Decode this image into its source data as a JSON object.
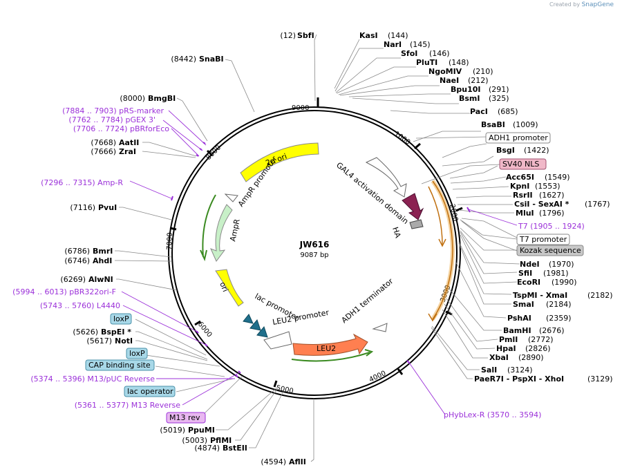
{
  "watermark": {
    "prefix": "Created by",
    "brand": "SnapGene"
  },
  "plasmid": {
    "name": "JW616",
    "size": "9087 bp"
  },
  "ticks": [
    "1000",
    "2000",
    "3000",
    "4000",
    "5000",
    "6000",
    "7000",
    "8000",
    "9000"
  ],
  "enzymes_right": [
    {
      "name": "KasI",
      "pos": "(144)"
    },
    {
      "name": "NarI",
      "pos": "(145)"
    },
    {
      "name": "SfoI",
      "pos": "(146)"
    },
    {
      "name": "PluTI",
      "pos": "(148)"
    },
    {
      "name": "NgoMIV",
      "pos": "(210)"
    },
    {
      "name": "NaeI",
      "pos": "(212)"
    },
    {
      "name": "Bpu10I",
      "pos": "(291)"
    },
    {
      "name": "BsmI",
      "pos": "(325)"
    },
    {
      "name": "PacI",
      "pos": "(685)"
    },
    {
      "name": "BsaBI",
      "pos": "(1009)"
    },
    {
      "name": "BsgI",
      "pos": "(1422)"
    },
    {
      "name": "Acc65I",
      "pos": "(1549)"
    },
    {
      "name": "KpnI",
      "pos": "(1553)"
    },
    {
      "name": "RsrII",
      "pos": "(1627)"
    },
    {
      "name": "CsiI - SexAI *",
      "pos": "(1767)"
    },
    {
      "name": "MluI",
      "pos": "(1796)"
    },
    {
      "name": "NdeI",
      "pos": "(1970)"
    },
    {
      "name": "SfiI",
      "pos": "(1981)"
    },
    {
      "name": "EcoRI",
      "pos": "(1990)"
    },
    {
      "name": "TspMI - XmaI",
      "pos": "(2182)"
    },
    {
      "name": "SmaI",
      "pos": "(2184)"
    },
    {
      "name": "PshAI",
      "pos": "(2359)"
    },
    {
      "name": "BamHI",
      "pos": "(2676)"
    },
    {
      "name": "PmlI",
      "pos": "(2772)"
    },
    {
      "name": "HpaI",
      "pos": "(2826)"
    },
    {
      "name": "XbaI",
      "pos": "(2890)"
    },
    {
      "name": "SalI",
      "pos": "(3124)"
    },
    {
      "name": "PaeR7I - PspXI - XhoI",
      "pos": "(3129)"
    }
  ],
  "enzymes_left": [
    {
      "name": "SbfI",
      "pos": "(12)"
    },
    {
      "name": "SnaBI",
      "pos": "(8442)"
    },
    {
      "name": "BmgBI",
      "pos": "(8000)"
    },
    {
      "name": "AatII",
      "pos": "(7668)"
    },
    {
      "name": "ZraI",
      "pos": "(7666)"
    },
    {
      "name": "PvuI",
      "pos": "(7116)"
    },
    {
      "name": "BmrI",
      "pos": "(6786)"
    },
    {
      "name": "AhdI",
      "pos": "(6746)"
    },
    {
      "name": "AlwNI",
      "pos": "(6269)"
    },
    {
      "name": "BspEI *",
      "pos": "(5626)"
    },
    {
      "name": "NotI",
      "pos": "(5617)"
    },
    {
      "name": "PpuMI",
      "pos": "(5019)"
    },
    {
      "name": "PflMI",
      "pos": "(5003)"
    },
    {
      "name": "BstEII",
      "pos": "(4874)"
    },
    {
      "name": "AflII",
      "pos": "(4594)"
    }
  ],
  "primers": [
    {
      "label": "(7884 .. 7903)  pRS-marker"
    },
    {
      "label": "(7762 .. 7784)  pGEX 3'"
    },
    {
      "label": "(7706 .. 7724)  pBRforEco"
    },
    {
      "label": "(7296 .. 7315)  Amp-R"
    },
    {
      "label": "(5994 .. 6013)  pBR322ori-F"
    },
    {
      "label": "(5743 .. 5760)  L4440"
    },
    {
      "label": "(5374 .. 5396)  M13/pUC Reverse"
    },
    {
      "label": "(5361 .. 5377)  M13 Reverse"
    },
    {
      "label": "T7  (1905 .. 1924)"
    },
    {
      "label": "pHybLex-R  (3570 .. 3594)"
    }
  ],
  "boxed_features": [
    {
      "label": "ADH1 promoter",
      "fill": "#ffffff",
      "stroke": "#888888"
    },
    {
      "label": "SV40 NLS",
      "fill": "#f0b8c8",
      "stroke": "#a05070"
    },
    {
      "label": "T7 promoter",
      "fill": "#ffffff",
      "stroke": "#888888"
    },
    {
      "label": "Kozak sequence",
      "fill": "#c8c8c8",
      "stroke": "#888888"
    },
    {
      "label": "loxP",
      "fill": "#a8d8e8",
      "stroke": "#4a90a8"
    },
    {
      "label": "loxP",
      "fill": "#a8d8e8",
      "stroke": "#4a90a8"
    },
    {
      "label": "CAP binding site",
      "fill": "#a8d8e8",
      "stroke": "#4a90a8"
    },
    {
      "label": "lac operator",
      "fill": "#a8d8e8",
      "stroke": "#4a90a8"
    },
    {
      "label": "M13 rev",
      "fill": "#e8b8f0",
      "stroke": "#9b30d9"
    }
  ],
  "inner_features": {
    "two_micron_ori": "2μ ori",
    "ampr_promoter": "AmpR promoter",
    "ampr": "AmpR",
    "ori": "ori",
    "lac_promoter": "lac promoter",
    "leu2_promoter": "LEU2 promoter",
    "leu2": "LEU2",
    "adh1_terminator": "ADH1 terminator",
    "gal4_ad": "GAL4 activation domain",
    "ha": "HA"
  },
  "colors": {
    "primer": "#9b30d9",
    "yellow": "#ffff00",
    "green_light": "#c8f0c8",
    "orange": "#ff7f50",
    "purple_arrow": "#8b2252",
    "gold": "#e8a030"
  }
}
